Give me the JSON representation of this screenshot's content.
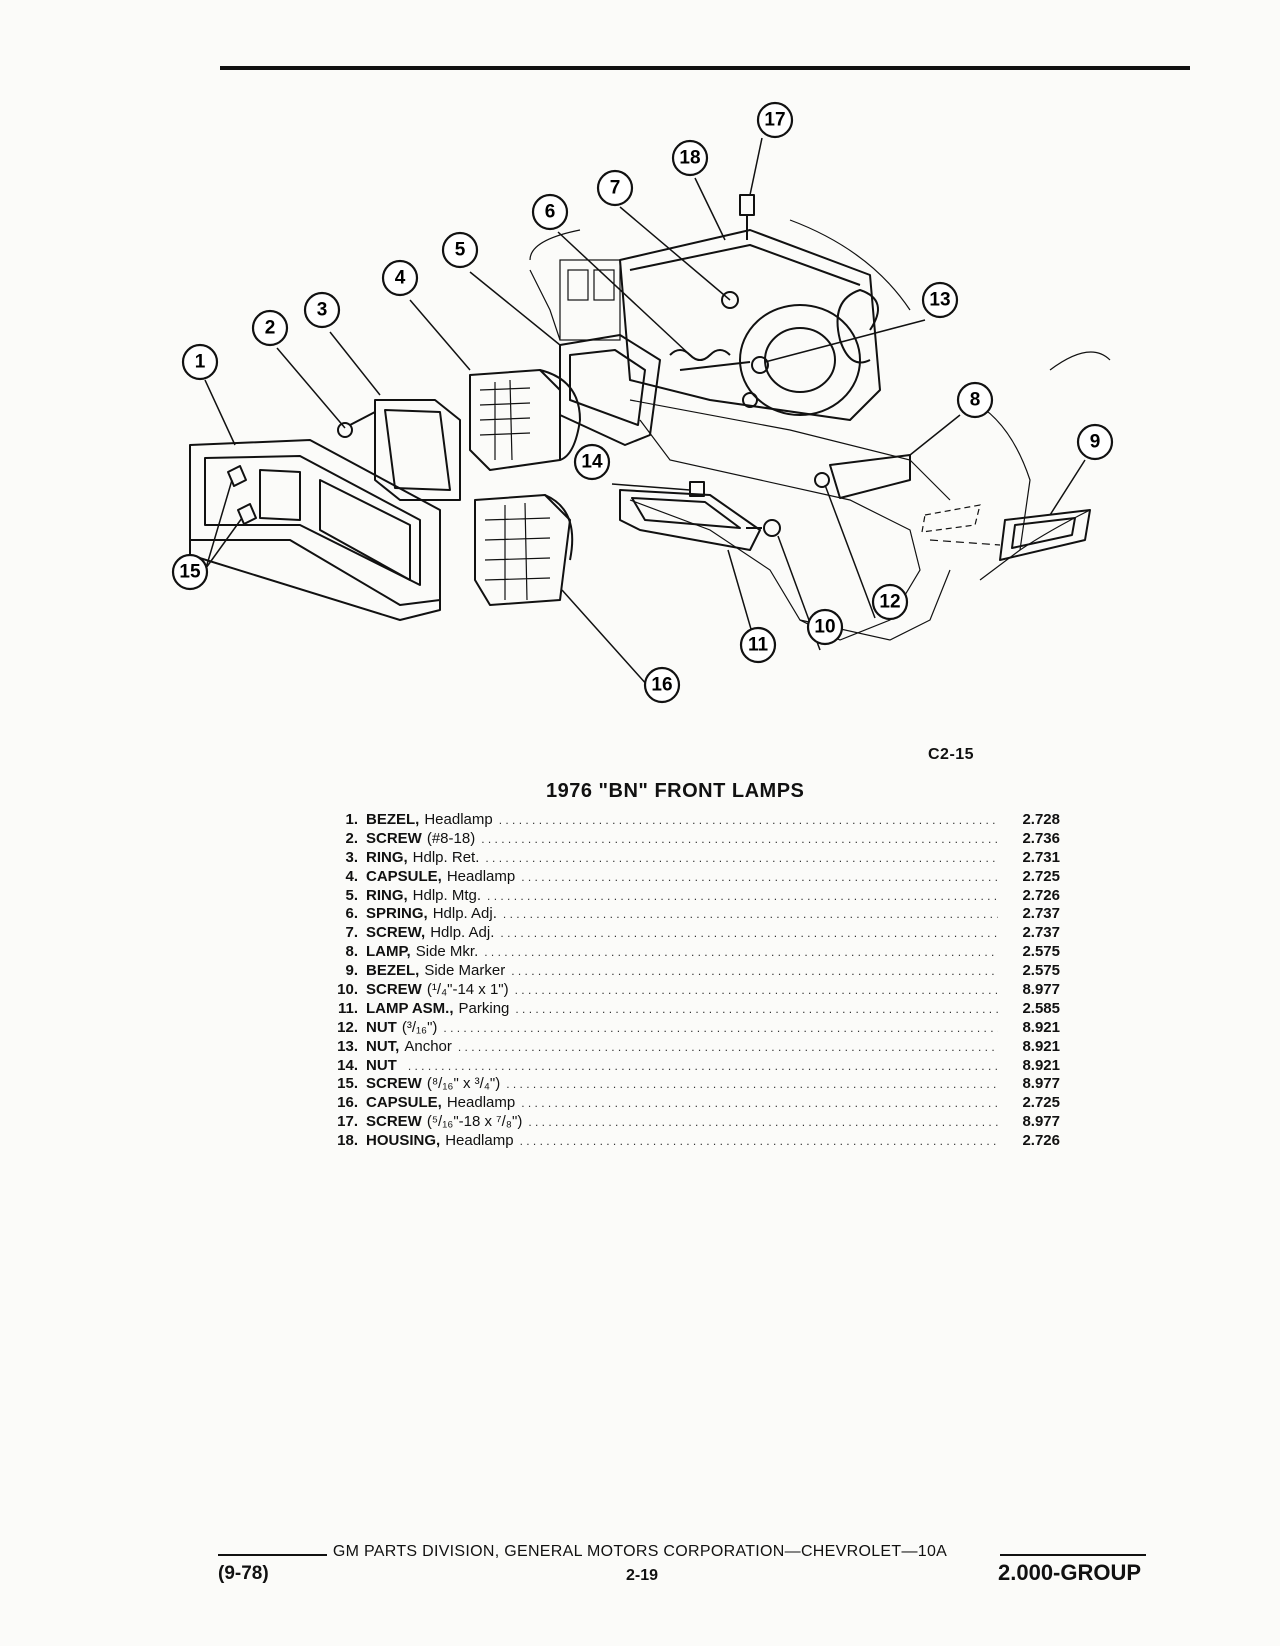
{
  "figure": {
    "code": "C2-15",
    "callouts": [
      "1",
      "2",
      "3",
      "4",
      "5",
      "6",
      "7",
      "8",
      "9",
      "10",
      "11",
      "12",
      "13",
      "14",
      "15",
      "16",
      "17",
      "18"
    ]
  },
  "parts": {
    "title": "1976 \"BN\" FRONT LAMPS",
    "items": [
      {
        "num": "1.",
        "name": "BEZEL,",
        "desc": "Headlamp",
        "ref": "2.728"
      },
      {
        "num": "2.",
        "name": "SCREW",
        "desc": "(#8-18)",
        "ref": "2.736"
      },
      {
        "num": "3.",
        "name": "RING,",
        "desc": "Hdlp. Ret.",
        "ref": "2.731"
      },
      {
        "num": "4.",
        "name": "CAPSULE,",
        "desc": "Headlamp",
        "ref": "2.725"
      },
      {
        "num": "5.",
        "name": "RING,",
        "desc": "Hdlp. Mtg.",
        "ref": "2.726"
      },
      {
        "num": "6.",
        "name": "SPRING,",
        "desc": "Hdlp. Adj.",
        "ref": "2.737"
      },
      {
        "num": "7.",
        "name": "SCREW,",
        "desc": "Hdlp. Adj.",
        "ref": "2.737"
      },
      {
        "num": "8.",
        "name": "LAMP,",
        "desc": "Side Mkr.",
        "ref": "2.575"
      },
      {
        "num": "9.",
        "name": "BEZEL,",
        "desc": "Side Marker",
        "ref": "2.575"
      },
      {
        "num": "10.",
        "name": "SCREW",
        "desc": "(¹/₄\"-14 x 1\")",
        "ref": "8.977"
      },
      {
        "num": "11.",
        "name": "LAMP ASM.,",
        "desc": "Parking",
        "ref": "2.585"
      },
      {
        "num": "12.",
        "name": "NUT",
        "desc": "(³/₁₆\")",
        "ref": "8.921"
      },
      {
        "num": "13.",
        "name": "NUT,",
        "desc": "Anchor",
        "ref": "8.921"
      },
      {
        "num": "14.",
        "name": "NUT",
        "desc": "",
        "ref": "8.921"
      },
      {
        "num": "15.",
        "name": "SCREW",
        "desc": "(⁸/₁₆\" x ³/₄\")",
        "ref": "8.977"
      },
      {
        "num": "16.",
        "name": "CAPSULE,",
        "desc": "Headlamp",
        "ref": "2.725"
      },
      {
        "num": "17.",
        "name": "SCREW",
        "desc": "(⁵/₁₆\"-18 x ⁷/₈\")",
        "ref": "8.977"
      },
      {
        "num": "18.",
        "name": "HOUSING,",
        "desc": "Headlamp",
        "ref": "2.726"
      }
    ]
  },
  "footer": {
    "publisher": "GM PARTS DIVISION, GENERAL MOTORS CORPORATION—CHEVROLET—10A",
    "date": "(9-78)",
    "page": "2-19",
    "group": "2.000-GROUP"
  }
}
